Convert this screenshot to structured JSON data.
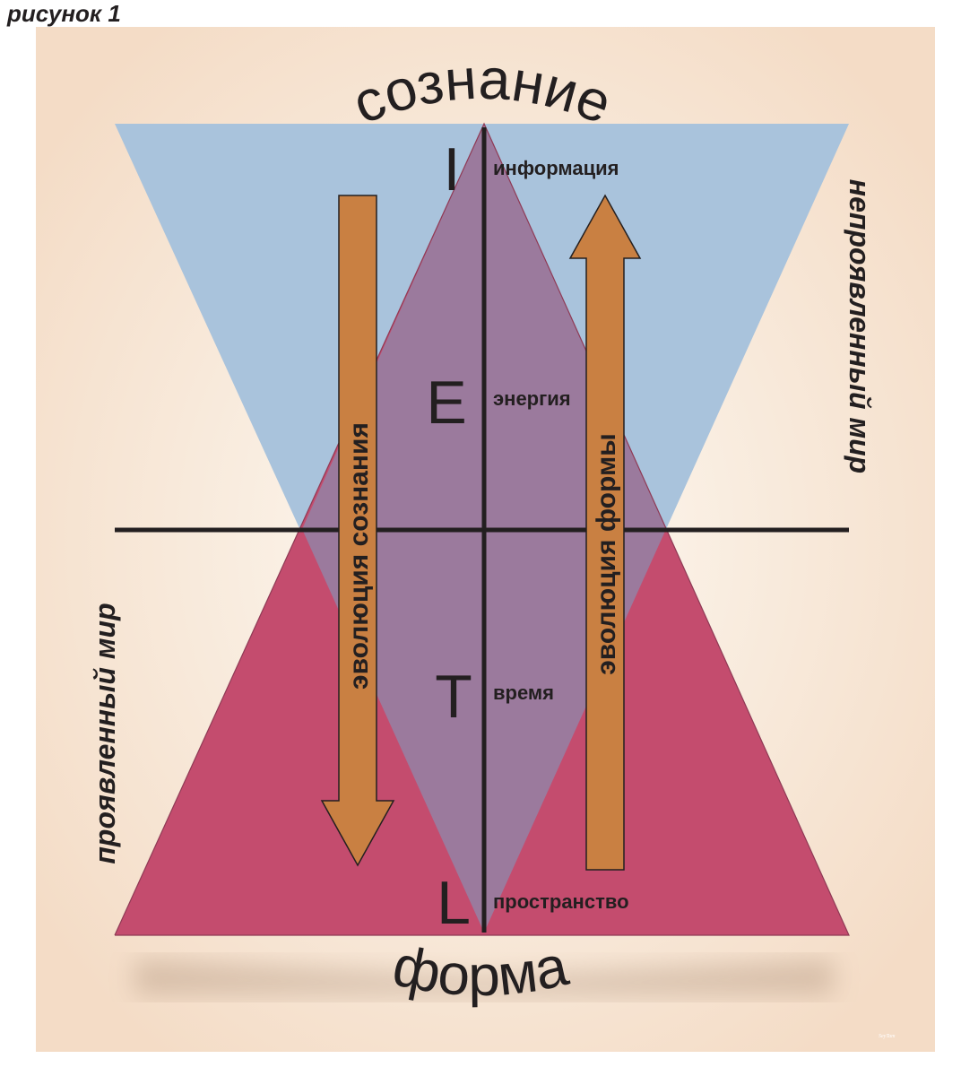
{
  "caption": "рисунок 1",
  "title_top": "сознание",
  "title_bottom": "форма",
  "side_right": "непроявленный мир",
  "side_left": "проявленный мир",
  "arrow_down_label": "эволюция сознания",
  "arrow_up_label": "эволюция формы",
  "axis_levels": [
    {
      "letter": "I",
      "label": "информация"
    },
    {
      "letter": "E",
      "label": "энергия"
    },
    {
      "letter": "T",
      "label": "время"
    },
    {
      "letter": "L",
      "label": "пространство"
    }
  ],
  "watermark": "SeyTam",
  "colors": {
    "background_light": "#fcf7f0",
    "background_warm": "#f5dfc9",
    "blue_triangle": "#a9c3dc",
    "red_triangle": "#c44c6e",
    "purple_overlap": "#9b7a9d",
    "arrow_fill": "#c98042",
    "axis_line": "#231f20"
  }
}
